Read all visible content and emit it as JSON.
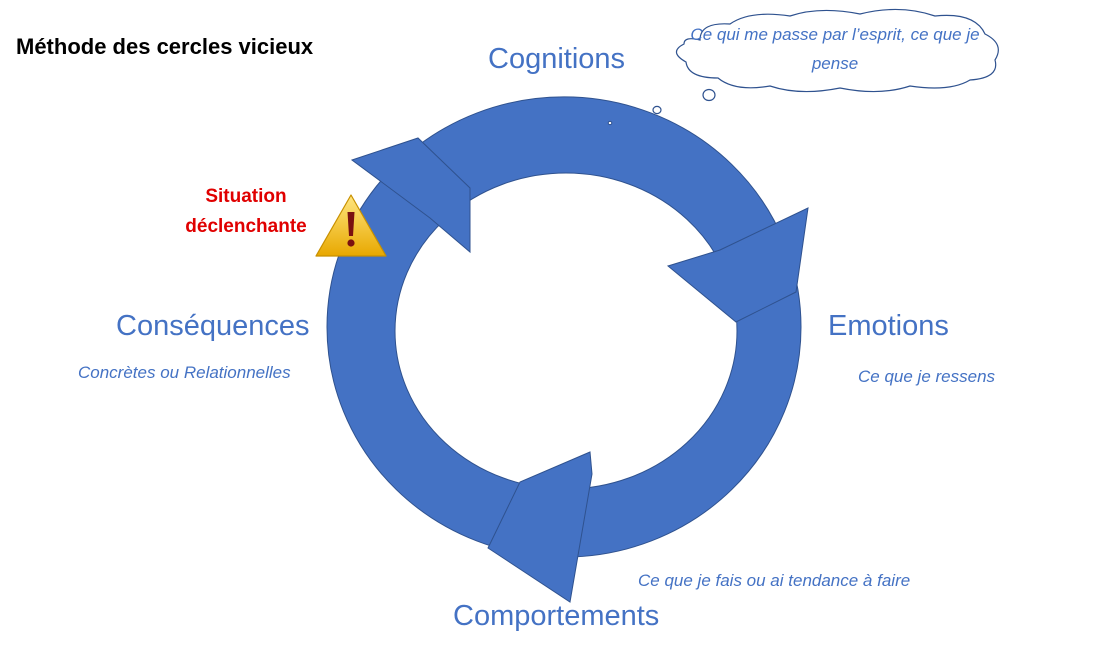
{
  "title": "Méthode des cercles vicieux",
  "cognitions": {
    "label": "Cognitions",
    "description": "Ce qui me passe par l’esprit, ce que je pense"
  },
  "emotions": {
    "label": "Emotions",
    "description": "Ce que je ressens"
  },
  "comportements": {
    "label": "Comportements",
    "description": "Ce que je fais ou ai tendance à faire"
  },
  "consequences": {
    "label": "Conséquences",
    "description": "Concrètes ou Relationnelles"
  },
  "trigger": {
    "line1": "Situation",
    "line2": "déclenchante"
  },
  "colors": {
    "cycle_fill": "#4472C4",
    "cycle_stroke": "#2F528F",
    "label_text": "#4472C4",
    "trigger_text": "#E00000",
    "warning_fill": "#FFC000"
  },
  "icons": [
    "warning-icon",
    "thought-bubble"
  ]
}
